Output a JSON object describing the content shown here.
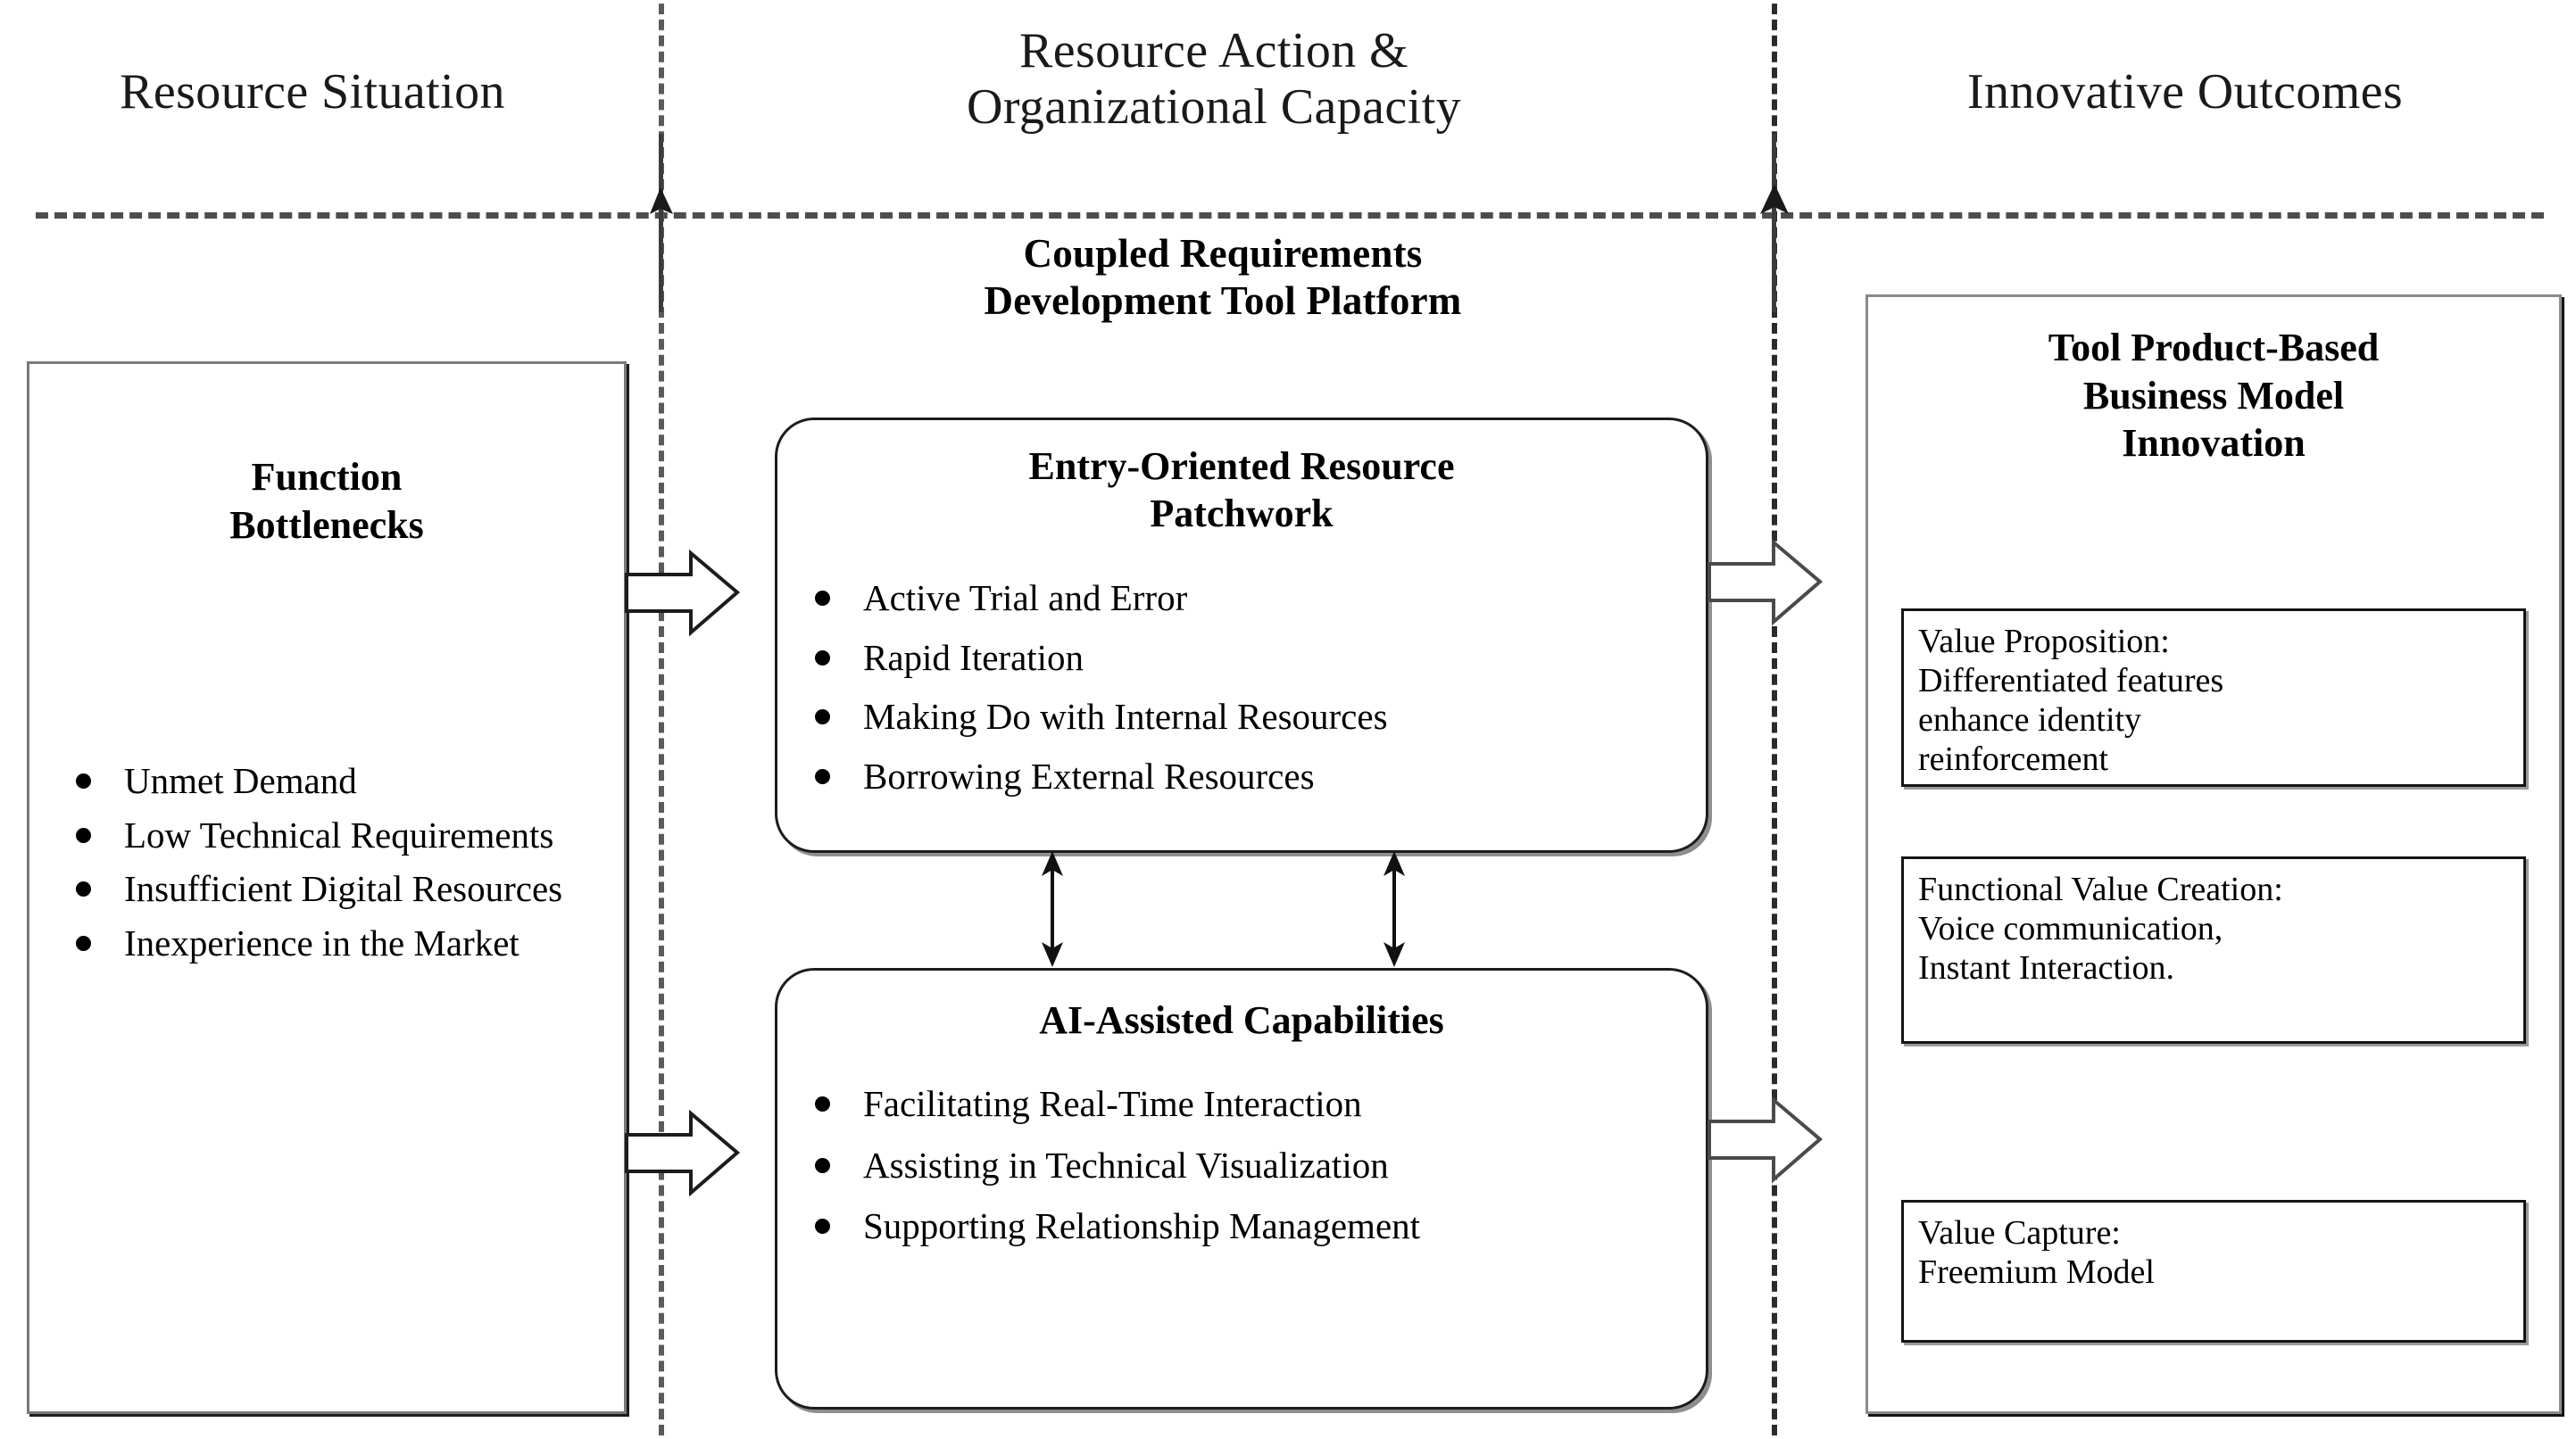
{
  "columns": {
    "left_header": "Resource Situation",
    "middle_header": "Resource Action &\nOrganizational Capacity",
    "right_header": "Innovative Outcomes"
  },
  "platform": {
    "title": "Coupled Requirements\nDevelopment Tool Platform"
  },
  "left_box": {
    "title": "Function\nBottlenecks",
    "items": [
      "Unmet Demand",
      "Low Technical Requirements",
      "Insufficient Digital Resources",
      "Inexperience in the Market"
    ]
  },
  "middle_boxes": [
    {
      "title": "Entry-Oriented Resource\nPatchwork",
      "items": [
        "Active Trial and Error",
        "Rapid Iteration",
        "Making Do with Internal Resources",
        "Borrowing External Resources"
      ]
    },
    {
      "title": "AI-Assisted Capabilities",
      "items": [
        "Facilitating Real-Time Interaction",
        "Assisting in Technical Visualization",
        "Supporting Relationship Management"
      ]
    }
  ],
  "right_panel": {
    "title": "Tool Product-Based\nBusiness Model\nInnovation",
    "cards": [
      "Value Proposition:\nDifferentiated features\nenhance identity\nreinforcement",
      "Functional Value Creation:\nVoice communication,\nInstant Interaction.",
      "Value Capture:\nFreemium Model"
    ]
  },
  "icons": {
    "block_arrow": "block-arrow-right-icon",
    "double_arrow": "double-headed-vertical-arrow-icon",
    "divider_dashed": "dashed-divider-icon"
  },
  "colors": {
    "text": "#000000",
    "box_border_dark": "#141414",
    "box_border_gray": "#7a7a7a",
    "dashed_gray": "#4d4d4d",
    "background": "#ffffff"
  }
}
